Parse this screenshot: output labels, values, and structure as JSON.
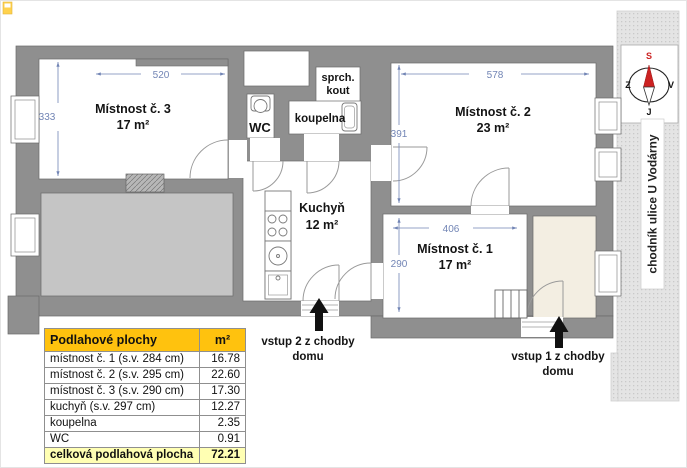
{
  "plan": {
    "room3": {
      "name": "Místnost č. 3",
      "area": "17 m²",
      "dim_w": "520",
      "dim_h": "333"
    },
    "room2": {
      "name": "Místnost č. 2",
      "area": "23 m²",
      "dim_w": "578",
      "dim_h": "391"
    },
    "room1": {
      "name": "Místnost č. 1",
      "area": "17 m²",
      "dim_w": "406",
      "dim_h": "290"
    },
    "kitchen": {
      "name": "Kuchyň",
      "area": "12 m²"
    },
    "wc": {
      "name": "WC"
    },
    "bathroom": {
      "name": "koupelna"
    },
    "shower": {
      "line1": "sprch.",
      "line2": "kout"
    },
    "entrance2": {
      "line1": "vstup 2 z chodby",
      "line2": "domu"
    },
    "entrance1": {
      "line1": "vstup 1 z chodby",
      "line2": "domu"
    },
    "street_label": "chodník ulice U Vodárny",
    "compass": {
      "n": "S",
      "s": "J",
      "w": "Z",
      "e": "V"
    }
  },
  "table": {
    "title": "Podlahové plochy",
    "unit": "m²",
    "rows": [
      {
        "label": "místnost č. 1 (s.v. 284 cm)",
        "value": "16.78"
      },
      {
        "label": "místnost č. 2 (s.v. 295 cm)",
        "value": "22.60"
      },
      {
        "label": "místnost č. 3 (s.v. 290 cm)",
        "value": "17.30"
      },
      {
        "label": "kuchyň (s.v. 297 cm)",
        "value": "12.27"
      },
      {
        "label": "koupelna",
        "value": "2.35"
      },
      {
        "label": "WC",
        "value": "0.91"
      },
      {
        "label": "celková podlahová plocha",
        "value": "72.21"
      }
    ]
  },
  "colors": {
    "wall": "#8f8f8f",
    "neighbor_fill": "#c5c5c5",
    "entry_fill": "#f3eee2",
    "dimension": "#7285b5",
    "table_header_bg": "#ffc20e",
    "table_total_bg": "#ffffb3",
    "compass_needle": "#cc2222",
    "sidewalk": "#e4e4e4"
  }
}
